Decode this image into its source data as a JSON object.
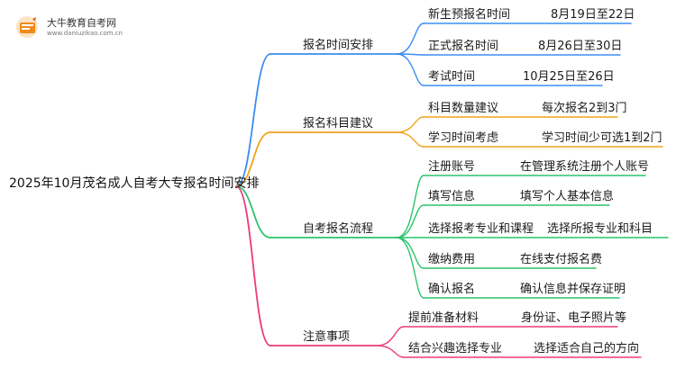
{
  "brand": {
    "name": "大牛教育自考网",
    "url": "www.daniuzikao.com.cn",
    "logo_icon": "book-icon"
  },
  "mindmap": {
    "root": "2025年10月茂名成人自考大专报名时间安排",
    "branches": [
      {
        "label": "报名时间安排",
        "color": "#3b8df0",
        "items": [
          {
            "label": "新生预报名时间",
            "value": "8月19日至22日"
          },
          {
            "label": "正式报名时间",
            "value": "8月26日至30日"
          },
          {
            "label": "考试时间",
            "value": "10月25日至26日"
          }
        ]
      },
      {
        "label": "报名科目建议",
        "color": "#f0a21a",
        "items": [
          {
            "label": "科目数量建议",
            "value": "每次报名2到3门"
          },
          {
            "label": "学习时间考虑",
            "value": "学习时间少可选1到2门"
          }
        ]
      },
      {
        "label": "自考报名流程",
        "color": "#2cc46b",
        "items": [
          {
            "label": "注册账号",
            "value": "在管理系统注册个人账号"
          },
          {
            "label": "填写信息",
            "value": "填写个人基本信息"
          },
          {
            "label": "选择报考专业和课程",
            "value": "选择所报专业和科目"
          },
          {
            "label": "缴纳费用",
            "value": "在线支付报名费"
          },
          {
            "label": "确认报名",
            "value": "确认信息并保存证明"
          }
        ]
      },
      {
        "label": "注意事项",
        "color": "#ec3a7a",
        "items": [
          {
            "label": "提前准备材料",
            "value": "身份证、电子照片等"
          },
          {
            "label": "结合兴趣选择专业",
            "value": "选择适合自己的方向"
          }
        ]
      }
    ]
  }
}
